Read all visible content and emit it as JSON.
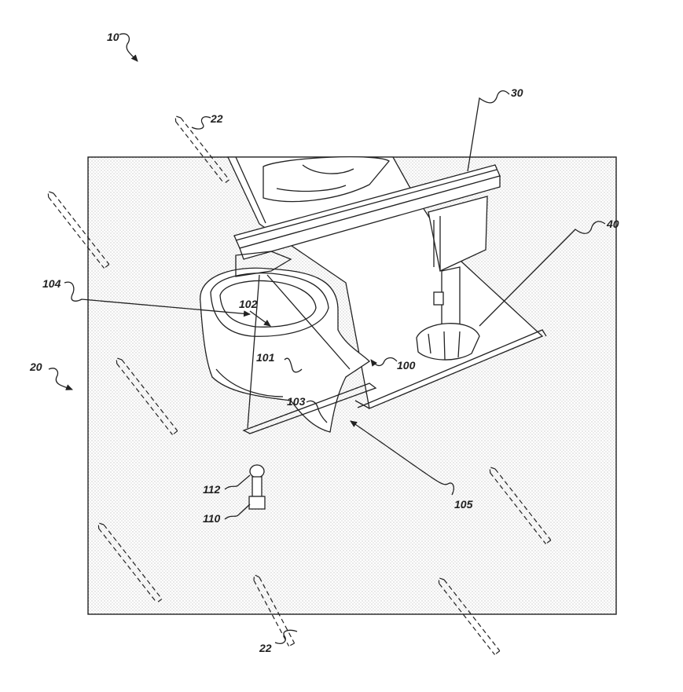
{
  "figure": {
    "colors": {
      "ink": "#222222",
      "floor_stipple": "#9a9a9a",
      "paper": "#ffffff"
    },
    "labels": {
      "ref_10": "10",
      "ref_20": "20",
      "ref_22_top": "22",
      "ref_22_bottom": "22",
      "ref_30": "30",
      "ref_40": "40",
      "ref_100": "100",
      "ref_101": "101",
      "ref_102": "102",
      "ref_103": "103",
      "ref_104": "104",
      "ref_105": "105",
      "ref_110": "110",
      "ref_112": "112"
    }
  }
}
